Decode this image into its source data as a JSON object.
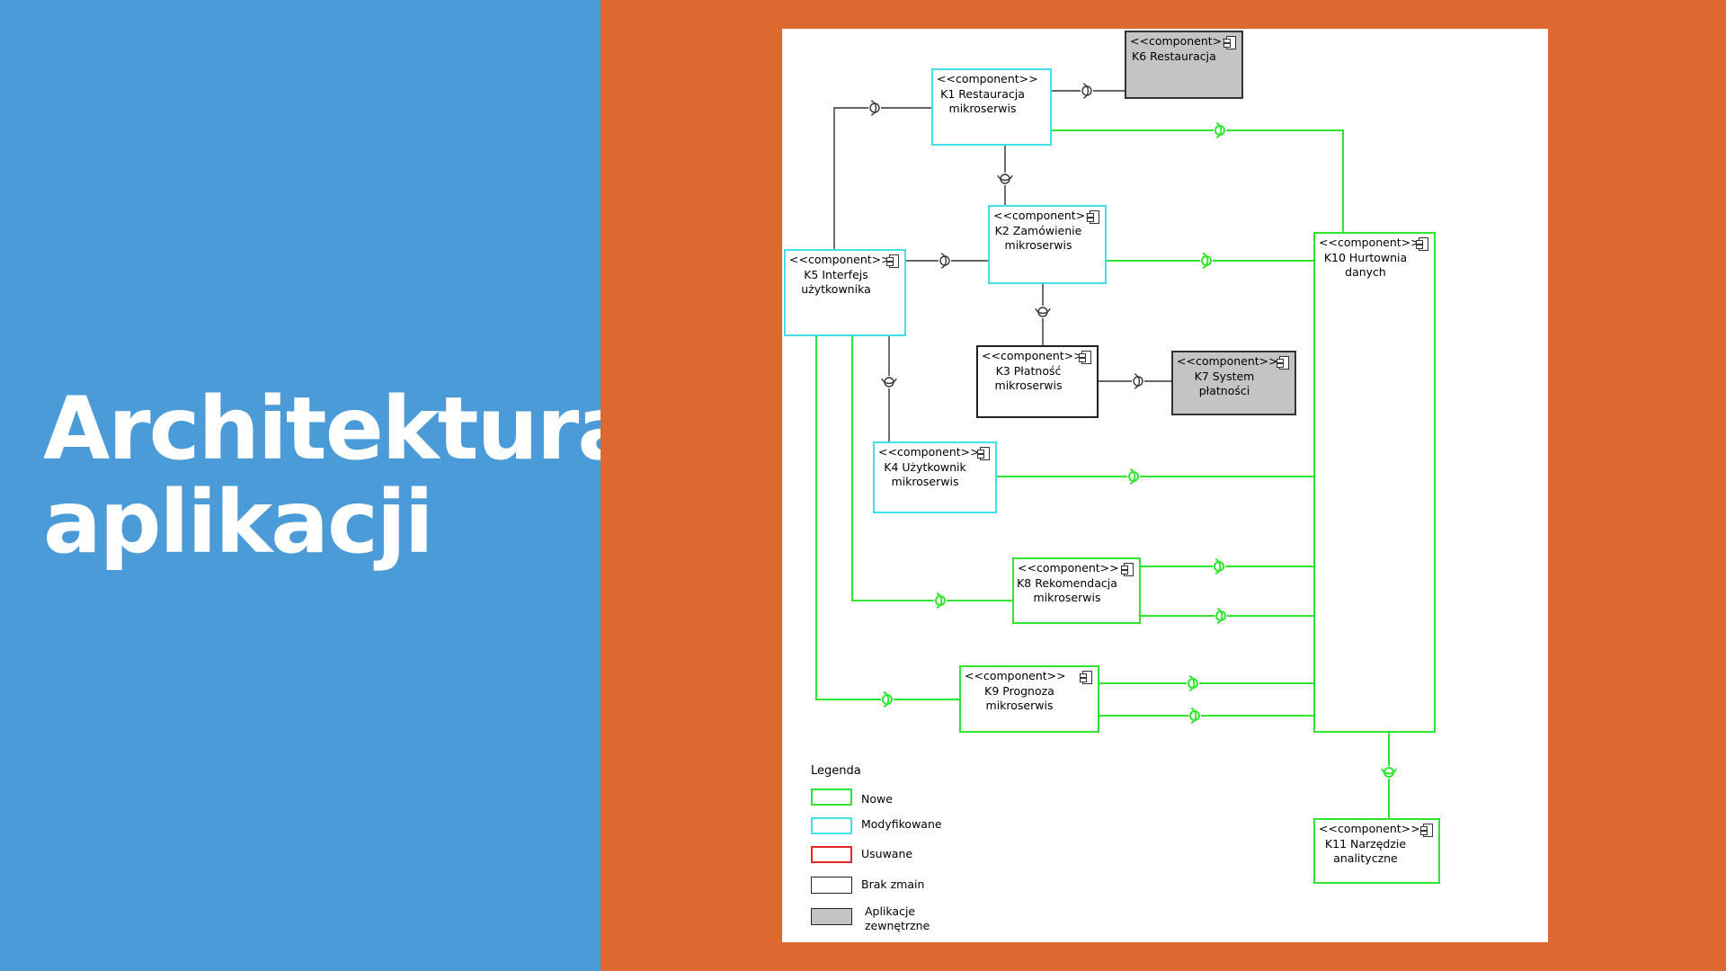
{
  "slide": {
    "title_line1": "Architektura",
    "title_line2": "aplikacji"
  },
  "colors": {
    "left_bg": "#4A9BD8",
    "right_bg": "#DE6930",
    "new": "#2EE62E",
    "modified": "#3FE0E6",
    "removed": "#E6262A",
    "unchanged": "#222222",
    "external": "#C4C4C4",
    "title_text": "#FFFFFF"
  },
  "diagram": {
    "stereotype": "<<component>>",
    "components": {
      "k1": {
        "name": "K1 Restauracja\nmikroserwis",
        "status": "modified"
      },
      "k2": {
        "name": "K2 Zamówienie\nmikroserwis",
        "status": "modified"
      },
      "k3": {
        "name": "K3 Płatność\nmikroserwis",
        "status": "unchanged"
      },
      "k4": {
        "name": "K4 Użytkownik\nmikroserwis",
        "status": "modified"
      },
      "k5": {
        "name": "K5 Interfejs\nużytkownika",
        "status": "modified"
      },
      "k6": {
        "name": "K6 Restauracja",
        "status": "external"
      },
      "k7": {
        "name": "K7 System\npłatności",
        "status": "external"
      },
      "k8": {
        "name": "K8 Rekomendacja\nmikroserwis",
        "status": "new"
      },
      "k9": {
        "name": "K9 Prognoza\nmikroserwis",
        "status": "new"
      },
      "k10": {
        "name": "K10 Hurtownia\ndanych",
        "status": "new"
      },
      "k11": {
        "name": "K11 Narzędzie\nanalityczne",
        "status": "new"
      }
    },
    "legend": {
      "title": "Legenda",
      "items": [
        {
          "label": "Nowe",
          "color": "#2EE62E"
        },
        {
          "label": "Modyfikowane",
          "color": "#3FE0E6"
        },
        {
          "label": "Usuwane",
          "color": "#E6262A"
        },
        {
          "label": "Brak zmain",
          "color": "#222222"
        },
        {
          "label": " Aplikacje\n zewnętrzne",
          "color": "#222222",
          "fill": "#C4C4C4"
        }
      ]
    }
  }
}
